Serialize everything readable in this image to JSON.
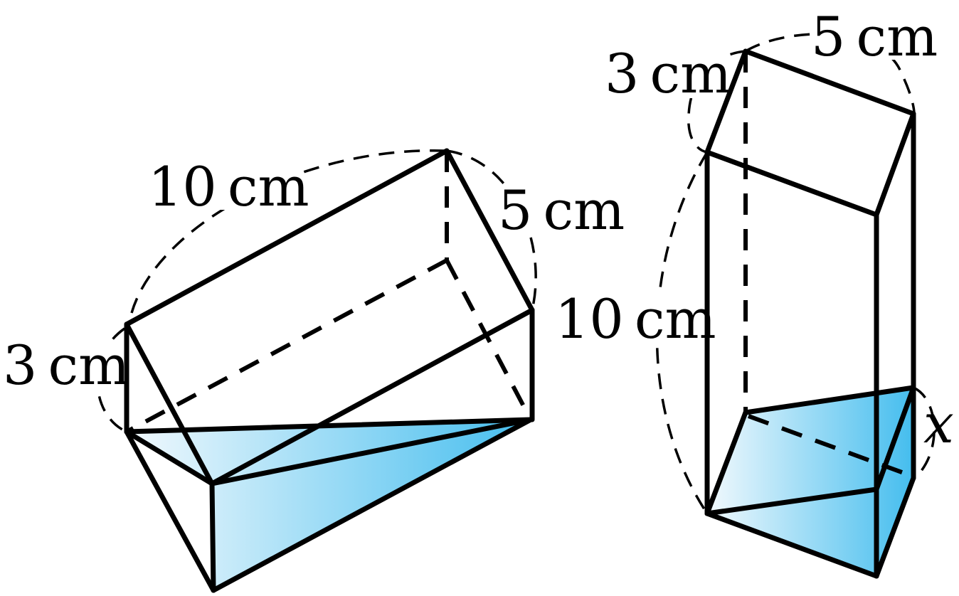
{
  "colors": {
    "water_light": "#f2f9fd",
    "water_dark": "#44bdee",
    "edge": "#000000"
  },
  "left_prism": {
    "label_long": "10 cm",
    "label_short": "5 cm",
    "label_height": "3 cm"
  },
  "right_prism": {
    "label_height": "3 cm",
    "label_short": "5 cm",
    "label_long": "10 cm",
    "label_depth": "x"
  }
}
